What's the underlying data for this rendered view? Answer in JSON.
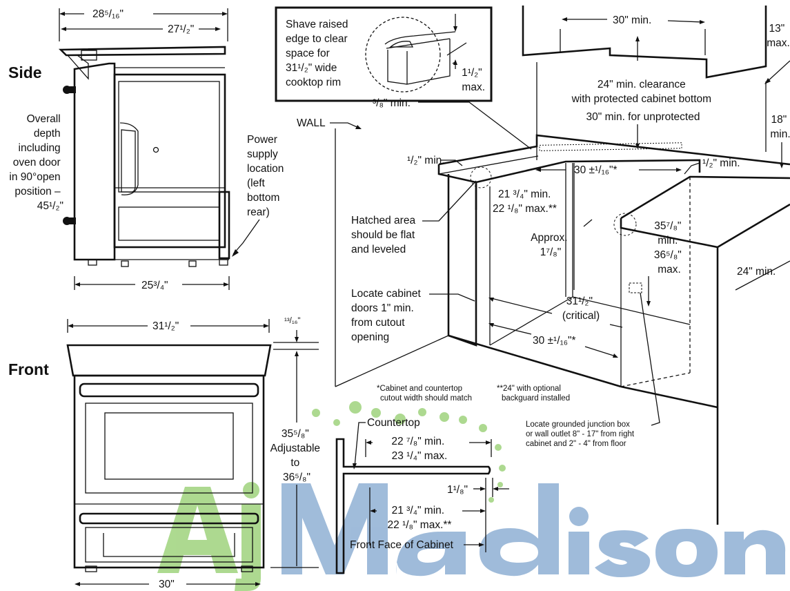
{
  "views": {
    "side": "Side",
    "front": "Front"
  },
  "side": {
    "overall_width": "28⁵/₁₆\"",
    "top_width": "27¹/₂\"",
    "base_width": "25³/₄\"",
    "depth_note": [
      "Overall",
      "depth",
      "including",
      "oven door",
      "in 90°open",
      "position –",
      "45¹/₂\""
    ],
    "power_note": [
      "Power",
      "supply",
      "location",
      "(left",
      "bottom",
      "rear)"
    ]
  },
  "front": {
    "width": "31¹/₂\"",
    "base_width": "30\"",
    "top_offset": "¹³/₁₆\"",
    "height_note": [
      "35⁵/₈\"",
      "Adjustable",
      "to",
      "36⁵/₈\""
    ]
  },
  "shave_box": {
    "lines": [
      "Shave raised",
      "edge to clear",
      "space for",
      "31¹/₂\" wide",
      "cooktop rim"
    ],
    "dim": [
      "1¹/₂\"",
      "max."
    ]
  },
  "cabinet": {
    "upper_width": "30\" min.",
    "upper_depth": [
      "13\"",
      "max."
    ],
    "upper_gap": [
      "18\"",
      "min."
    ],
    "clearance": [
      "24\" min. clearance",
      "with protected cabinet bottom",
      "30\" min. for unprotected"
    ],
    "wall": "WALL",
    "three_eighths": "³/₈\" min.",
    "half_left": "¹/₂\" min.",
    "half_right": "¹/₂\" min.",
    "cutout_top": "30 ±¹/₁₆\"*",
    "depth_dim": [
      "21 ³/₄\" min.",
      "22 ¹/₈\" max.**"
    ],
    "right_dim": [
      "35⁷/₈\"",
      "min.",
      "36⁵/₈\"",
      "max."
    ],
    "approx": [
      "Approx.",
      "1⁷/₈\""
    ],
    "critical": [
      "31¹/₂\"",
      "(critical)"
    ],
    "cutout_bottom": "30 ±¹/₁₆\"*",
    "counter_depth": "24\" min.",
    "hatched_note": [
      "Hatched area",
      "should be flat",
      "and leveled"
    ],
    "doors_note": [
      "Locate cabinet",
      "doors 1\" min.",
      "from cutout",
      "opening"
    ],
    "footnote1": [
      "*Cabinet and countertop",
      "cutout width should match"
    ],
    "footnote2": [
      "**24\" with optional",
      "backguard installed"
    ],
    "junction_note": [
      "Locate grounded junction box",
      "or wall outlet 8\" - 17\" from right",
      "cabinet and 2\" - 4\" from floor"
    ]
  },
  "section": {
    "countertop": "Countertop",
    "top_dim": [
      "22 ⁷/₈\" min.",
      "23 ¹/₄\" max."
    ],
    "overhang": "1¹/₈\"",
    "bottom_dim": [
      "21 ³/₄\" min.",
      "22 ¹/₈\" max.**"
    ],
    "front_face": "Front Face of Cabinet"
  },
  "watermark": {
    "text": "AjMadison",
    "colors": {
      "aj": "#9fd37d",
      "madison": "#8fb0d4"
    }
  }
}
